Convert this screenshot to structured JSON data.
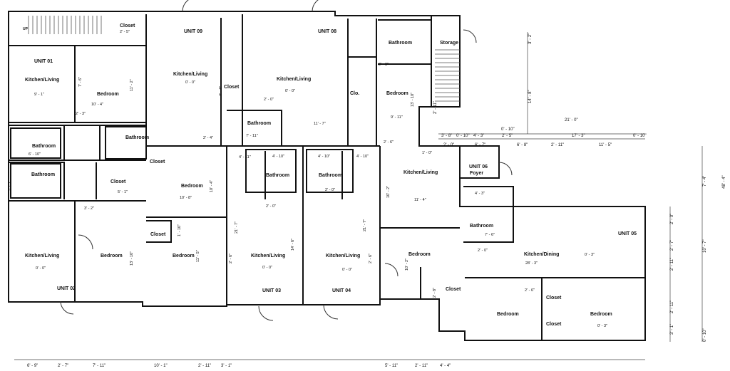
{
  "units": {
    "u01": "UNIT 01",
    "u02": "UNIT 02",
    "u03": "UNIT 03",
    "u04": "UNIT 04",
    "u05": "UNIT 05",
    "u06": "UNIT 06",
    "u08": "UNIT 08",
    "u09": "UNIT 09"
  },
  "rooms": {
    "kitchen_living": "Kitchen/Living",
    "kitchen_dining": "Kitchen/Dining",
    "bedroom": "Bedroom",
    "bathroom": "Bathroom",
    "closet": "Closet",
    "clo": "Clo.",
    "storage": "Storage",
    "foyer": "Foyer",
    "up": "UP"
  },
  "dims": {
    "d_2_5": "2' - 5\"",
    "d_7_6": "7' - 6\"",
    "d_11_2": "11' - 2\"",
    "d_9_1": "9' - 1\"",
    "d_10_4": "10' - 4\"",
    "d_2_3": "2' - 3\"",
    "d_0_0": "0' - 0\"",
    "d_4_4": "4' - 4\"",
    "d_2_0": "2' - 0\"",
    "d_7_11": "7' - 11\"",
    "d_11_7": "11' - 7\"",
    "d_9_11": "9' - 11\"",
    "d_13_10": "13' - 10\"",
    "d_21_0": "21' - 0\"",
    "d_14_8": "14' - 8\"",
    "d_3_2": "3' - 2\"",
    "d_17_3": "17' - 3\"",
    "d_0_10": "0' - 10\"",
    "d_11_5": "11' - 5\"",
    "d_2_11": "2' - 11\"",
    "d_6_8": "6' - 8\"",
    "d_6_7": "6' - 7\"",
    "d_4_11": "4' - 11\"",
    "d_4_10": "4' - 10\"",
    "d_6_10": "6' - 10\"",
    "d_5_1": "5' - 1\"",
    "d_10_8": "10' - 8\"",
    "d_2_6": "2' - 6\"",
    "d_11_4": "11' - 4\"",
    "d_4_3": "4' - 3\"",
    "d_28_3": "28' - 3\"",
    "d_21_7": "21' - 7\"",
    "d_14_6": "14' - 6\"",
    "d_10_2": "10' - 2\"",
    "d_6_9": "6' - 9\"",
    "d_2_7": "2' - 7\"",
    "d_10_1": "10' - 1\"",
    "d_3_1": "3' - 1\"",
    "d_5_11": "5' - 11\"",
    "d_48_4": "48' - 4\"",
    "d_7_4": "7' - 4\"",
    "d_10_7": "10' - 7\"",
    "d_0_3": "0' - 3\"",
    "d_1_0": "1' - 0\"",
    "d_3_8": "3' - 8\"",
    "d_5_3": "5' - 3\"",
    "d_1_10": "1' - 10\"",
    "d_2_8": "2' - 8\"",
    "d_2_4": "2' - 4\""
  },
  "colors": {
    "wall": "#111111",
    "line": "#222222",
    "background": "#ffffff"
  }
}
